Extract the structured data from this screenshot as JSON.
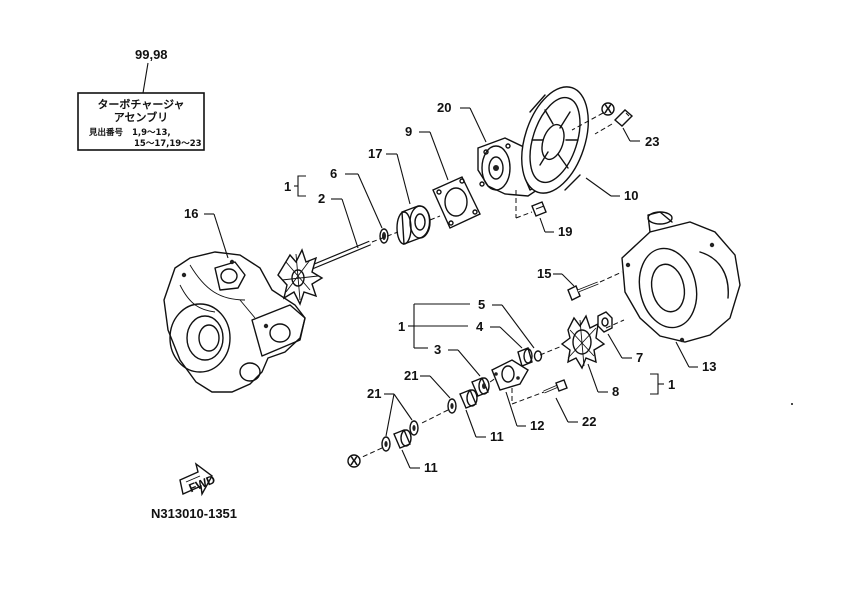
{
  "reference": "99,98",
  "info_box": {
    "title": "ターボチャージャ",
    "subtitle": "アセンブリ",
    "parts_prefix": "見出番号",
    "parts_line1": "1,9～13,",
    "parts_line2": "15～17,19～23"
  },
  "part_labels": {
    "p1_top": "1",
    "p1_mid": "1",
    "p1_right": "1",
    "p2": "2",
    "p3": "3",
    "p4": "4",
    "p5": "5",
    "p6": "6",
    "p7": "7",
    "p8": "8",
    "p9": "9",
    "p10": "10",
    "p11_a": "11",
    "p11_b": "11",
    "p12": "12",
    "p13": "13",
    "p15": "15",
    "p16": "16",
    "p17": "17",
    "p19": "19",
    "p20": "20",
    "p21_a": "21",
    "p21_b": "21",
    "p22": "22",
    "p23": "23"
  },
  "connector_mark": "X",
  "fwd_label": "FWD",
  "drawing_number": "N313010-1351"
}
